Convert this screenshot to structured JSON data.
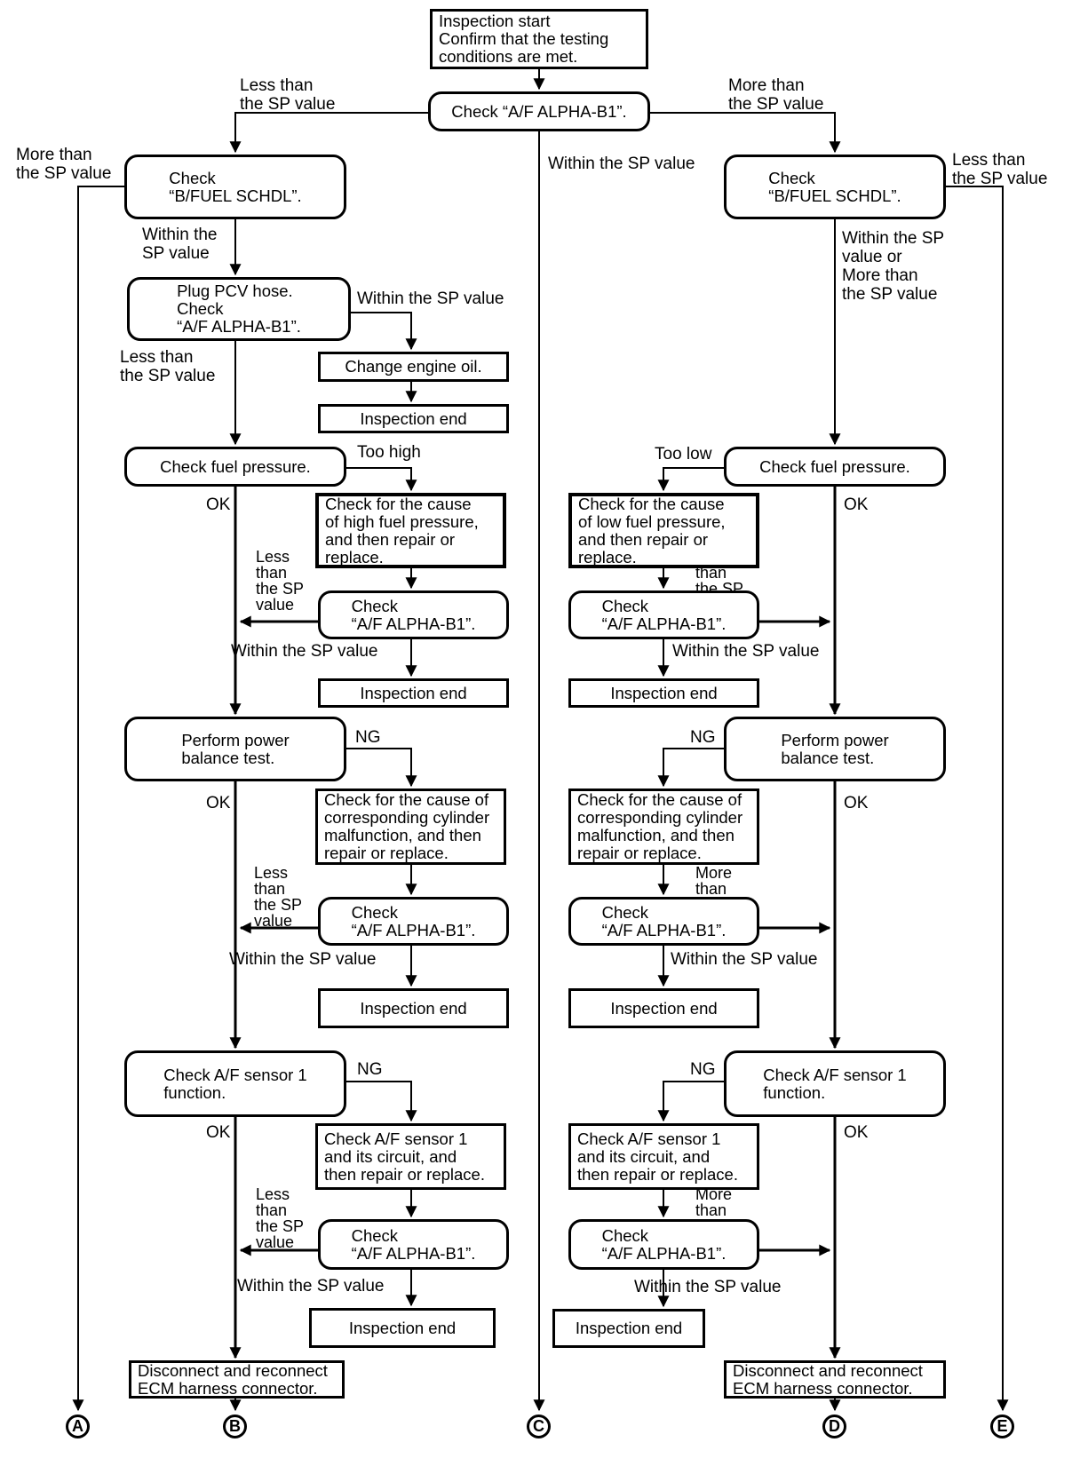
{
  "colors": {
    "ink": "#000000",
    "background": "#ffffff"
  },
  "flowchart": {
    "nodes": {
      "start": "Inspection start\nConfirm that the testing\nconditions are met.",
      "check_alpha_top": "Check “A/F ALPHA-B1”.",
      "l_check_bfuel": "Check\n“B/FUEL SCHDL”.",
      "r_check_bfuel": "Check\n“B/FUEL SCHDL”.",
      "l_plug_pcv": "Plug PCV hose.\nCheck\n“A/F ALPHA-B1”.",
      "l_change_oil": "Change engine oil.",
      "l_insp_end_oil": "Inspection end",
      "l_check_fuel_pressure": "Check fuel pressure.",
      "r_check_fuel_pressure": "Check fuel pressure.",
      "l_cause_fuel_pressure": "Check for the cause\nof high fuel pressure,\nand then repair or\nreplace.",
      "r_cause_fuel_pressure": "Check for the cause\nof low fuel pressure,\nand then repair or\nreplace.",
      "l_check_alpha_2": "Check\n“A/F ALPHA-B1”.",
      "r_check_alpha_2": "Check\n“A/F ALPHA-B1”.",
      "l_insp_end_2": "Inspection end",
      "r_insp_end_2": "Inspection end",
      "l_power_balance": "Perform power\nbalance test.",
      "r_power_balance": "Perform power\nbalance test.",
      "l_cause_cylinder": "Check for the cause of\ncorresponding cylinder\nmalfunction, and then\nrepair or replace.",
      "r_cause_cylinder": "Check for the cause of\ncorresponding cylinder\nmalfunction, and then\nrepair or replace.",
      "l_check_alpha_3": "Check\n“A/F ALPHA-B1”.",
      "r_check_alpha_3": "Check\n“A/F ALPHA-B1”.",
      "l_insp_end_3": "Inspection end",
      "r_insp_end_3": "Inspection end",
      "l_check_sensor": "Check A/F sensor 1\nfunction.",
      "r_check_sensor": "Check A/F sensor 1\nfunction.",
      "l_sensor_circuit": "Check A/F sensor 1\nand its circuit, and\nthen repair or replace.",
      "r_sensor_circuit": "Check A/F sensor 1\nand its circuit, and\nthen repair or replace.",
      "l_check_alpha_4": "Check\n“A/F ALPHA-B1”.",
      "r_check_alpha_4": "Check\n“A/F ALPHA-B1”.",
      "l_insp_end_4": "Inspection end",
      "r_insp_end_4": "Inspection end",
      "l_ecm": "Disconnect and reconnect\nECM harness connector.",
      "r_ecm": "Disconnect and reconnect\nECM harness connector."
    },
    "edge_labels": {
      "less_than_top": "Less than\nthe SP value",
      "more_than_top": "More than\nthe SP value",
      "more_than_far_left": "More than\nthe SP value",
      "less_than_far_right": "Less than\nthe SP value",
      "within_center": "Within the SP value",
      "within_left_bfuel": "Within the\nSP value",
      "within_right_bfuel": "Within the SP\nvalue or\nMore than\nthe SP value",
      "within_plug_pcv": "Within the SP value",
      "less_than_plug_pcv": "Less than\nthe SP value",
      "too_high": "Too high",
      "too_low": "Too low",
      "ok_l1": "OK",
      "ok_r1": "OK",
      "ok_l2": "OK",
      "ok_r2": "OK",
      "ok_l3": "OK",
      "ok_r3": "OK",
      "ng_l1": "NG",
      "ng_r1": "NG",
      "ng_l2": "NG",
      "ng_r2": "NG",
      "less_sp_1": "Less\nthan\nthe SP\nvalue",
      "less_sp_2": "Less\nthan\nthe SP\nvalue",
      "less_sp_3": "Less\nthan\nthe SP\nvalue",
      "more_sp_1": "More\nthan\nthe SP\nvalue",
      "more_sp_2": "More\nthan\nthe SP\nvalue",
      "more_sp_3": "More\nthan\nthe SP\nvalue",
      "within_l2": "Within the SP value",
      "within_r2": "Within the SP value",
      "within_l3": "Within the SP value",
      "within_r3": "Within the SP value",
      "within_l4": "Within the SP value",
      "within_r4": "Within the SP value"
    },
    "terminals": {
      "a": "A",
      "b": "B",
      "c": "C",
      "d": "D",
      "e": "E"
    }
  }
}
